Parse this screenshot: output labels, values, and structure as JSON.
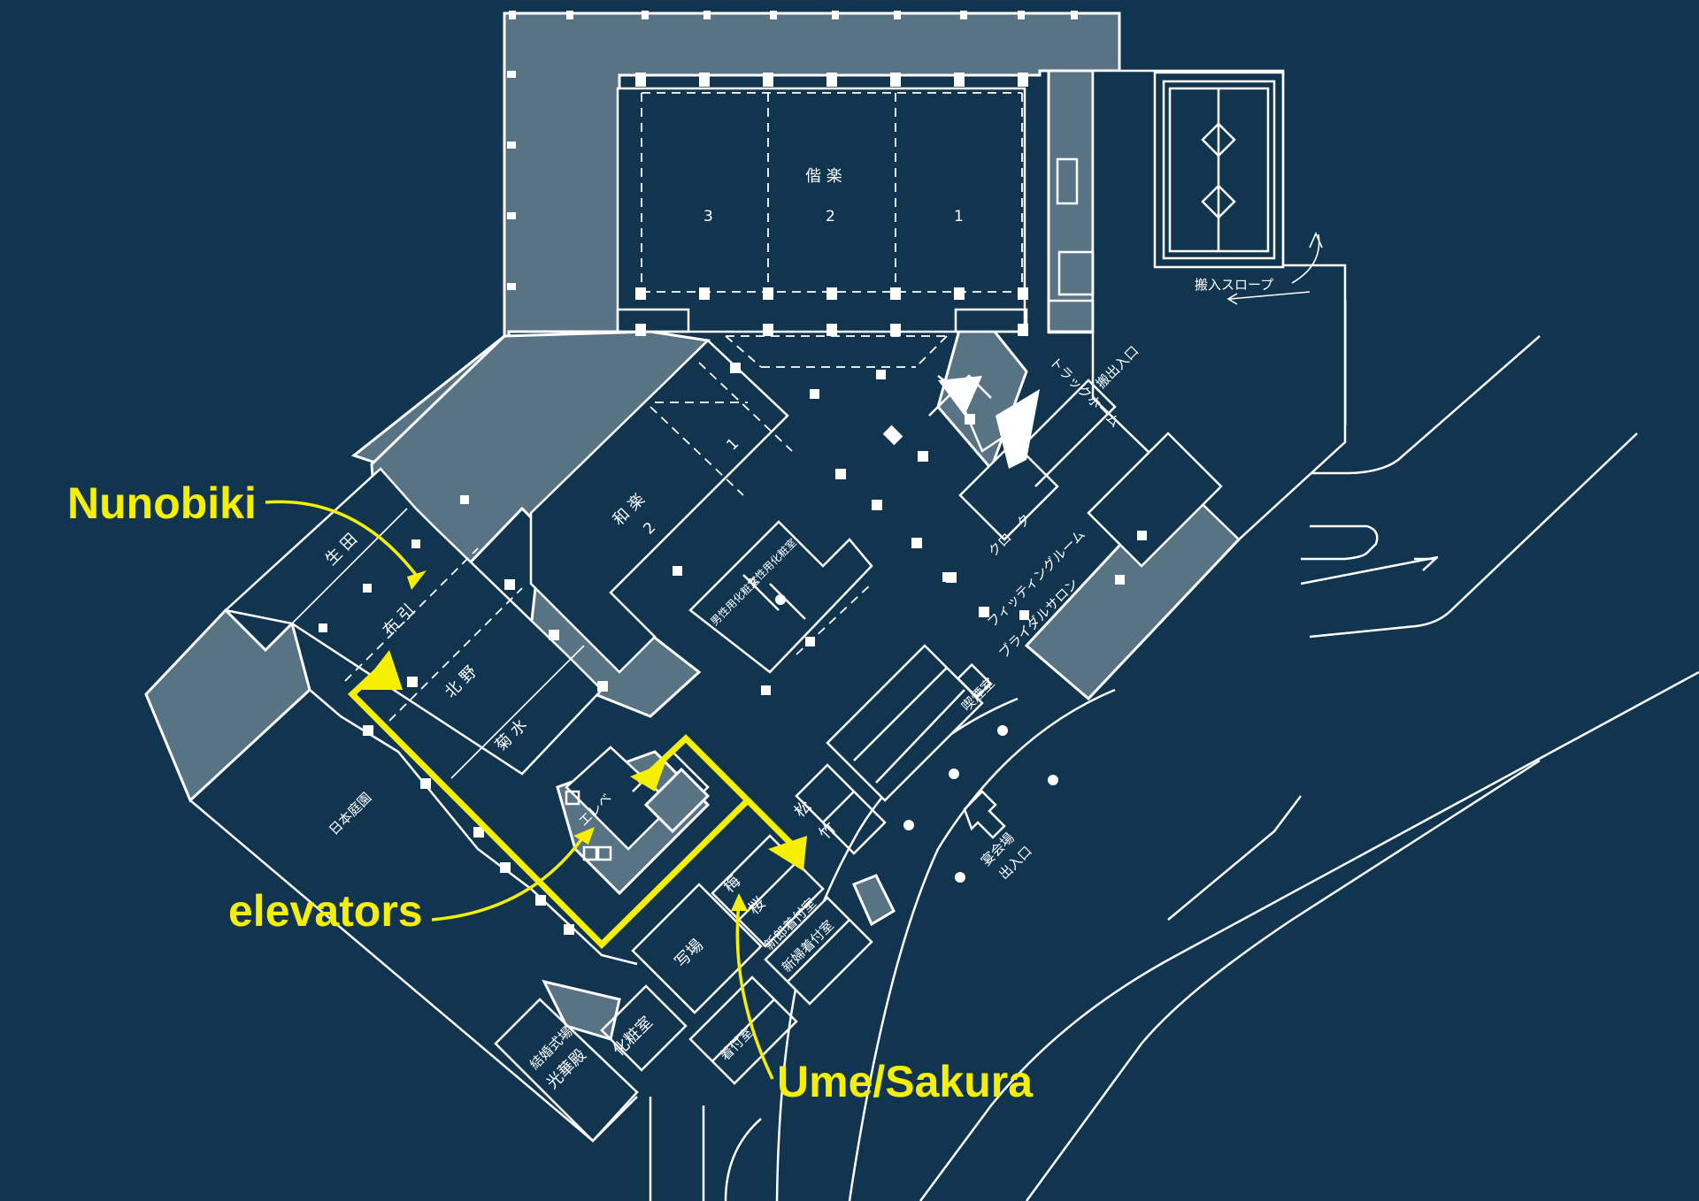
{
  "colors": {
    "background": "#11354f",
    "building_fill": "#587384",
    "lines": "#ffffff",
    "annotation": "#f6f000"
  },
  "annotations": {
    "nunobiki": "Nunobiki",
    "elevators": "elevators",
    "ume_sakura": "Ume/Sakura"
  },
  "rooms": {
    "kairaku": "偕 楽",
    "kairaku_1": "1",
    "kairaku_2": "2",
    "kairaku_3": "3",
    "waraku": "和 楽",
    "waraku_1": "1",
    "waraku_2": "2",
    "ikuta": "生 田",
    "nunobiki": "布 引",
    "kitano": "北 野",
    "kikusui": "菊 水",
    "japanese_garden": "日本庭園",
    "elevator": "エレベ",
    "mens_powder_room": "男性用化粧室",
    "womens_powder_room": "女性用化粧室",
    "cloak": "クローク",
    "fitting_room": "フィッティングルーム",
    "bridal_salon": "ブライダルサロン",
    "smoking_room": "喫煙室",
    "matsu": "松",
    "take": "竹",
    "ume": "梅",
    "sakura": "桜",
    "photo_studio": "写場",
    "groom_dressing": "新郎着付室",
    "bride_dressing": "新婦着付室",
    "dressing_room": "着付室",
    "powder_room": "化粧室",
    "chapel_1": "結婚式場",
    "chapel_2": "光華殿",
    "banquet_entrance_1": "宴会場",
    "banquet_entrance_2": "出入口",
    "loading_exit": "搬出入口",
    "loading_slope": "搬入スロープ",
    "truck_home": "トラックホーム"
  }
}
